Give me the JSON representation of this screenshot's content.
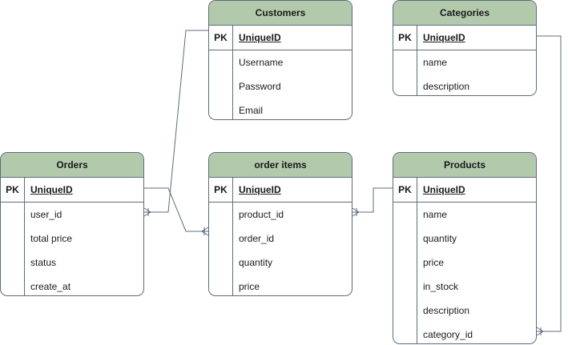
{
  "entities": {
    "customers": {
      "title": "Customers",
      "pk_label": "PK",
      "pk_name": "UniqueID",
      "fields": [
        "Username",
        "Password",
        "Email"
      ]
    },
    "categories": {
      "title": "Categories",
      "pk_label": "PK",
      "pk_name": "UniqueID",
      "fields": [
        "name",
        "description"
      ]
    },
    "orders": {
      "title": "Orders",
      "pk_label": "PK",
      "pk_name": "UniqueID",
      "fields": [
        "user_id",
        "total price",
        "status",
        "create_at"
      ]
    },
    "order_items": {
      "title": "order items",
      "pk_label": "PK",
      "pk_name": "UniqueID",
      "fields": [
        "product_id",
        "order_id",
        "quantity",
        "price"
      ]
    },
    "products": {
      "title": "Products",
      "pk_label": "PK",
      "pk_name": "UniqueID",
      "fields": [
        "name",
        "quantity",
        "price",
        "in_stock",
        "description",
        "category_id"
      ]
    }
  },
  "colors": {
    "header": "#b2c9ab",
    "border": "#5f6b7c"
  }
}
